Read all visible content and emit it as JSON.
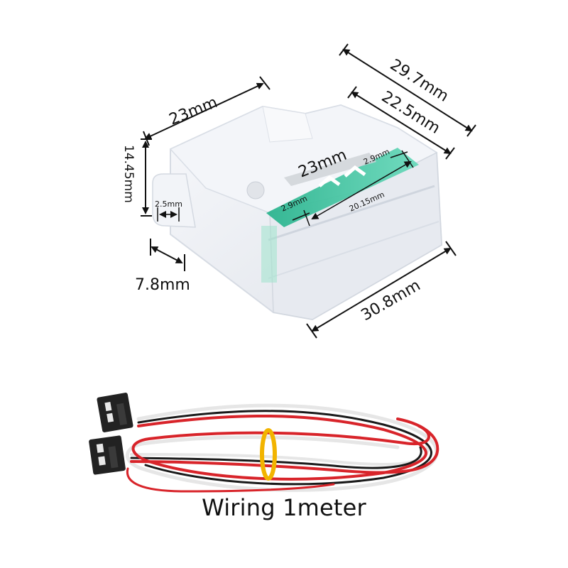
{
  "dimensions": {
    "top_left_width": "23mm",
    "top_total_length": "29.7mm",
    "top_inner_length": "22.5mm",
    "left_height": "14.45mm",
    "pin_width": "2.5mm",
    "front_depth": "7.8mm",
    "bottom_length": "30.8mm",
    "inner_span": "23mm",
    "inner_left_gap": "2.9mm",
    "inner_right_gap": "2.9mm",
    "inner_center": "20.15mm"
  },
  "caption": "Wiring 1meter",
  "colors": {
    "body": "#eef1f5",
    "pcb": "#3ac6a0",
    "wire_red": "#d8242a",
    "wire_black": "#1a1a1a",
    "wire_white": "#e9e9e9",
    "rubber_band": "#f2b400",
    "connector": "#222222"
  }
}
